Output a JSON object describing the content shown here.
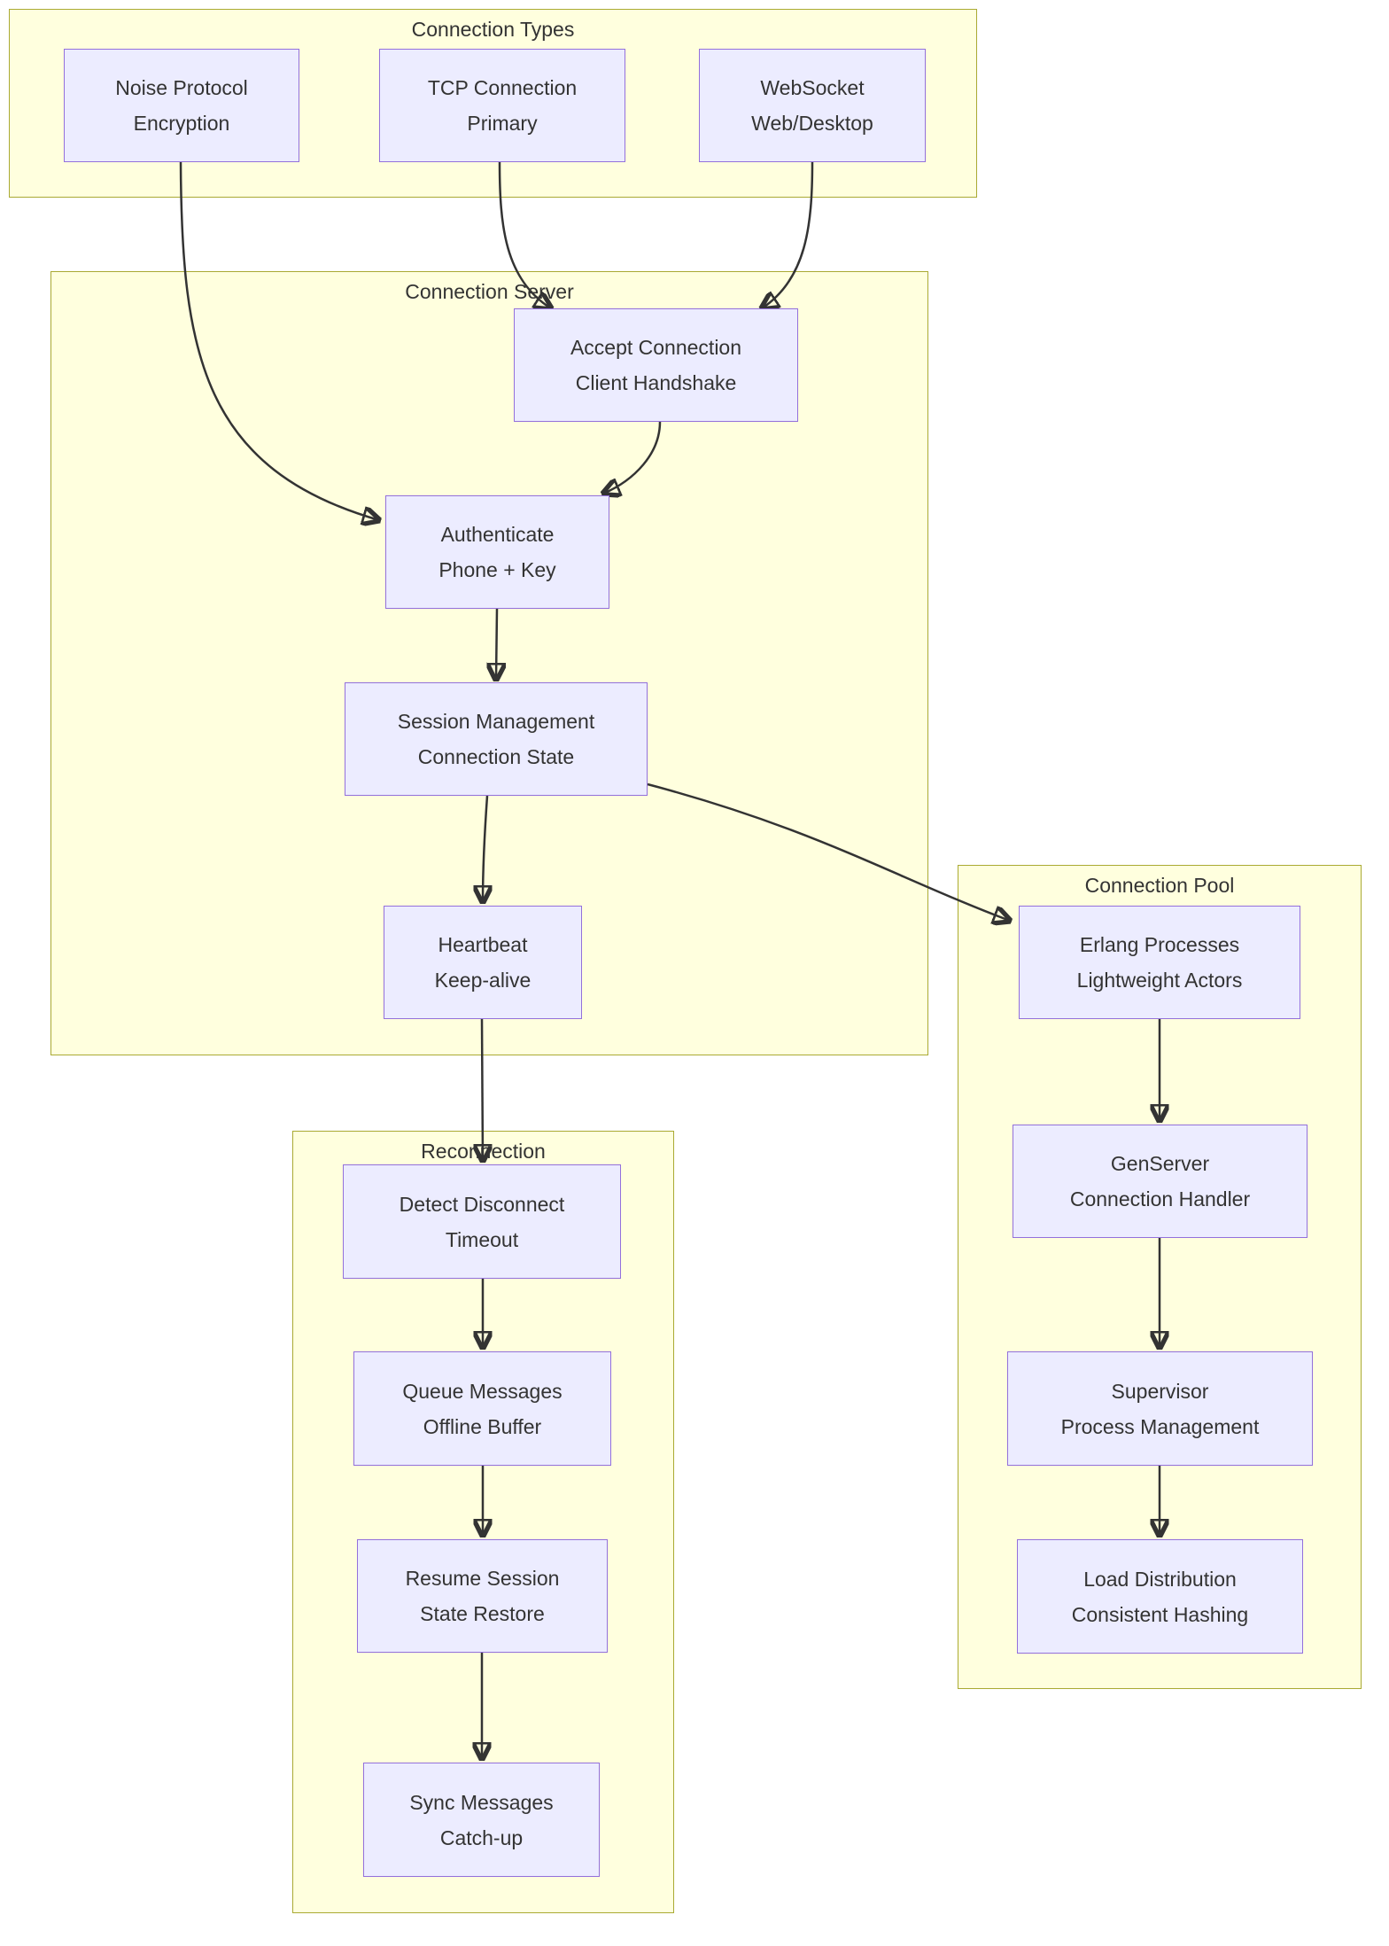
{
  "diagram": {
    "type": "flowchart",
    "clusters": [
      {
        "id": "connection-types",
        "title": "Connection Types"
      },
      {
        "id": "connection-server",
        "title": "Connection Server"
      },
      {
        "id": "reconnection",
        "title": "Reconnection"
      },
      {
        "id": "connection-pool",
        "title": "Connection Pool"
      }
    ],
    "nodes": [
      {
        "id": "noise",
        "line1": "Noise Protocol",
        "line2": "Encryption",
        "cluster": "connection-types"
      },
      {
        "id": "tcp",
        "line1": "TCP Connection",
        "line2": "Primary",
        "cluster": "connection-types"
      },
      {
        "id": "websocket",
        "line1": "WebSocket",
        "line2": "Web/Desktop",
        "cluster": "connection-types"
      },
      {
        "id": "accept",
        "line1": "Accept Connection",
        "line2": "Client Handshake",
        "cluster": "connection-server"
      },
      {
        "id": "authenticate",
        "line1": "Authenticate",
        "line2": "Phone + Key",
        "cluster": "connection-server"
      },
      {
        "id": "session",
        "line1": "Session Management",
        "line2": "Connection State",
        "cluster": "connection-server"
      },
      {
        "id": "heartbeat",
        "line1": "Heartbeat",
        "line2": "Keep-alive",
        "cluster": "connection-server"
      },
      {
        "id": "detect",
        "line1": "Detect Disconnect",
        "line2": "Timeout",
        "cluster": "reconnection"
      },
      {
        "id": "queue",
        "line1": "Queue Messages",
        "line2": "Offline Buffer",
        "cluster": "reconnection"
      },
      {
        "id": "resume",
        "line1": "Resume Session",
        "line2": "State Restore",
        "cluster": "reconnection"
      },
      {
        "id": "sync",
        "line1": "Sync Messages",
        "line2": "Catch-up",
        "cluster": "reconnection"
      },
      {
        "id": "erlang",
        "line1": "Erlang Processes",
        "line2": "Lightweight Actors",
        "cluster": "connection-pool"
      },
      {
        "id": "genserver",
        "line1": "GenServer",
        "line2": "Connection Handler",
        "cluster": "connection-pool"
      },
      {
        "id": "supervisor",
        "line1": "Supervisor",
        "line2": "Process Management",
        "cluster": "connection-pool"
      },
      {
        "id": "load",
        "line1": "Load Distribution",
        "line2": "Consistent Hashing",
        "cluster": "connection-pool"
      }
    ],
    "edges": [
      {
        "from": "noise",
        "to": "authenticate"
      },
      {
        "from": "tcp",
        "to": "accept"
      },
      {
        "from": "websocket",
        "to": "accept"
      },
      {
        "from": "accept",
        "to": "authenticate"
      },
      {
        "from": "authenticate",
        "to": "session"
      },
      {
        "from": "session",
        "to": "heartbeat"
      },
      {
        "from": "session",
        "to": "erlang"
      },
      {
        "from": "heartbeat",
        "to": "detect"
      },
      {
        "from": "detect",
        "to": "queue"
      },
      {
        "from": "queue",
        "to": "resume"
      },
      {
        "from": "resume",
        "to": "sync"
      },
      {
        "from": "erlang",
        "to": "genserver"
      },
      {
        "from": "genserver",
        "to": "supervisor"
      },
      {
        "from": "supervisor",
        "to": "load"
      }
    ]
  },
  "colors": {
    "node_fill": "#ececff",
    "node_border": "#9370db",
    "cluster_fill": "#ffffde",
    "cluster_border": "#aaaa33",
    "edge": "#333333",
    "text": "#333333",
    "background": "#ffffff"
  }
}
